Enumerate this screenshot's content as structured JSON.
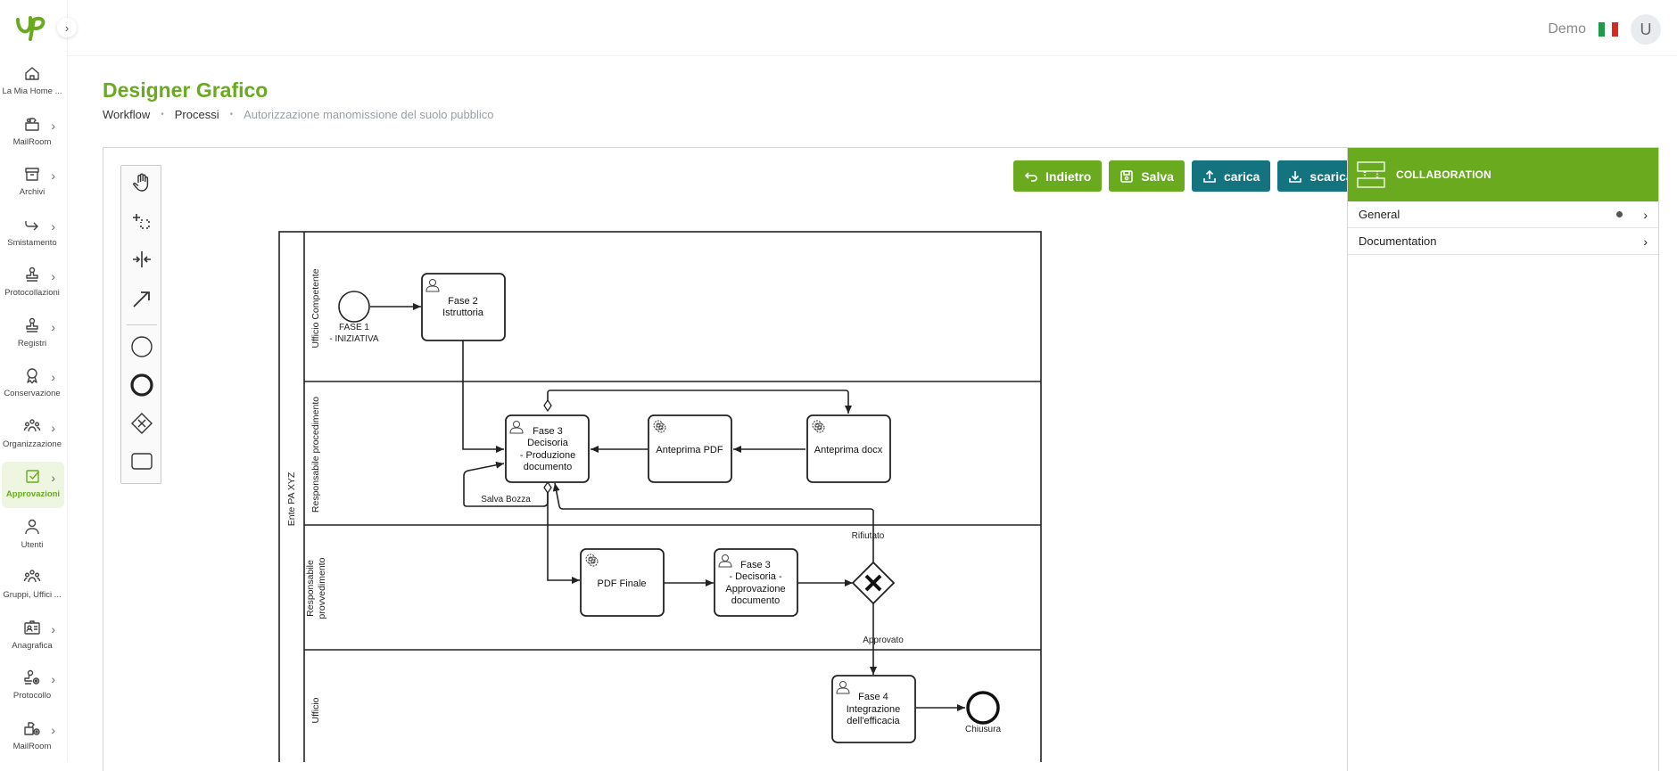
{
  "sidebar": {
    "items": [
      {
        "label": "La Mia Home ...",
        "icon": "home-icon",
        "chevron": false
      },
      {
        "label": "MailRoom",
        "icon": "mailroom-icon",
        "chevron": true
      },
      {
        "label": "Archivi",
        "icon": "archive-icon",
        "chevron": true
      },
      {
        "label": "Smistamento",
        "icon": "forward-icon",
        "chevron": true
      },
      {
        "label": "Protocollazioni",
        "icon": "stamp-icon",
        "chevron": true
      },
      {
        "label": "Registri",
        "icon": "stamp-icon",
        "chevron": true
      },
      {
        "label": "Conservazione",
        "icon": "award-icon",
        "chevron": true
      },
      {
        "label": "Organizzazione",
        "icon": "people-icon",
        "chevron": true
      },
      {
        "label": "Approvazioni",
        "icon": "checkbox-icon",
        "chevron": true,
        "active": true
      },
      {
        "label": "Utenti",
        "icon": "user-icon",
        "chevron": false
      },
      {
        "label": "Gruppi, Uffici ...",
        "icon": "people-icon",
        "chevron": false
      },
      {
        "label": "Anagrafica",
        "icon": "id-card-icon",
        "chevron": true
      },
      {
        "label": "Protocollo",
        "icon": "stamp-gear-icon",
        "chevron": true
      },
      {
        "label": "MailRoom",
        "icon": "mailroom-gear-icon",
        "chevron": true
      }
    ],
    "collapse_icon": "chevron-right-icon"
  },
  "topbar": {
    "user_name": "Demo",
    "avatar_initial": "U",
    "flag": "italy-flag-icon"
  },
  "page": {
    "title": "Designer Grafico",
    "breadcrumb": [
      "Workflow",
      "Processi",
      "Autorizzazione manomissione del suolo pubblico"
    ]
  },
  "toolbar": {
    "back_label": "Indietro",
    "save_label": "Salva",
    "upload_label": "carica",
    "download_label": "scarica"
  },
  "palette": {
    "tools": [
      "hand-tool-icon",
      "lasso-tool-icon",
      "space-tool-icon",
      "connect-tool-icon",
      "start-event-icon",
      "end-event-icon",
      "gateway-icon",
      "task-icon"
    ]
  },
  "properties": {
    "header": "COLLABORATION",
    "groups": [
      {
        "label": "General",
        "has_dot": true
      },
      {
        "label": "Documentation",
        "has_dot": false
      }
    ]
  },
  "diagram": {
    "pool": "Ente PA XYZ",
    "lanes": [
      "Ufficio Competente",
      "Responsabile procedimento",
      "Responsabile provvedimento",
      "Ufficio"
    ],
    "lane_line2": {
      "responsabile_provvedimento": [
        "Responsabile",
        "provvedimento"
      ]
    },
    "start_event": [
      "FASE 1",
      "- INIZIATIVA"
    ],
    "tasks": {
      "fase2": [
        "Fase 2",
        "Istruttoria"
      ],
      "fase3_decisoria": [
        "Fase 3",
        "Decisoria",
        "- Produzione",
        "documento"
      ],
      "anteprima_pdf": [
        "Anteprima PDF"
      ],
      "anteprima_docx": [
        "Anteprima docx"
      ],
      "pdf_finale": [
        "PDF Finale"
      ],
      "fase3_approvazione": [
        "Fase 3",
        "- Decisoria -",
        "Approvazione",
        "documento"
      ],
      "fase4": [
        "Fase 4",
        "Integrazione",
        "dell'efficacia"
      ]
    },
    "labels": {
      "salva_bozza": "Salva Bozza",
      "rifiutato": "Rifiutato",
      "approvato": "Approvato",
      "chiusura": "Chiusura"
    }
  }
}
